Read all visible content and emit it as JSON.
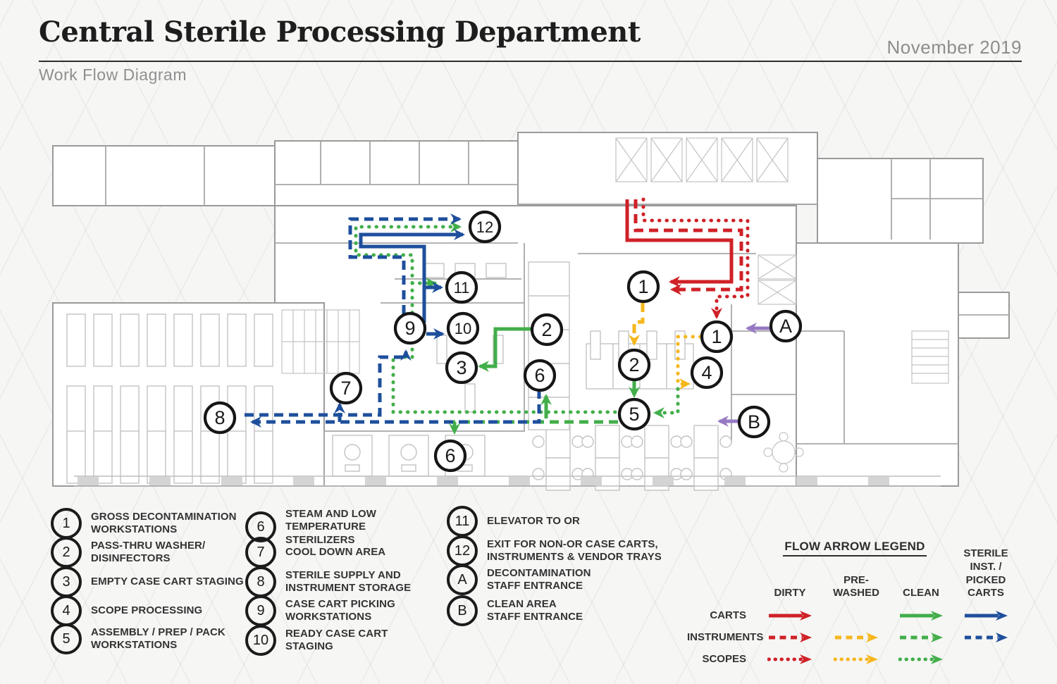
{
  "header": {
    "title": "Central Sterile Processing Department",
    "subtitle": "Work Flow Diagram",
    "date": "November 2019"
  },
  "colors": {
    "dirty": "#cf2127",
    "pre_washed": "#f6b71d",
    "clean": "#42ae4a",
    "sterile_picked": "#1e4f9c",
    "staff_entrance": "#9678c3"
  },
  "location_legend": {
    "items": [
      {
        "id": "1",
        "label": "GROSS DECONTAMINATION\nWORKSTATIONS"
      },
      {
        "id": "2",
        "label": "PASS-THRU WASHER/\nDISINFECTORS"
      },
      {
        "id": "3",
        "label": "EMPTY CASE CART STAGING"
      },
      {
        "id": "4",
        "label": "SCOPE PROCESSING"
      },
      {
        "id": "5",
        "label": "ASSEMBLY / PREP / PACK\nWORKSTATIONS"
      },
      {
        "id": "6",
        "label": "STEAM AND LOW\nTEMPERATURE STERILIZERS"
      },
      {
        "id": "7",
        "label": "COOL DOWN AREA"
      },
      {
        "id": "8",
        "label": "STERILE SUPPLY AND\nINSTRUMENT STORAGE"
      },
      {
        "id": "9",
        "label": "CASE CART PICKING\nWORKSTATIONS"
      },
      {
        "id": "10",
        "label": "READY CASE CART STAGING"
      },
      {
        "id": "11",
        "label": "ELEVATOR TO OR"
      },
      {
        "id": "12",
        "label": "EXIT FOR NON-OR CASE CARTS,\nINSTRUMENTS & VENDOR TRAYS"
      },
      {
        "id": "A",
        "label": "DECONTAMINATION\nSTAFF ENTRANCE"
      },
      {
        "id": "B",
        "label": "CLEAN AREA\nSTAFF ENTRANCE"
      }
    ]
  },
  "flow_legend": {
    "title": "FLOW ARROW LEGEND",
    "columns": [
      "DIRTY",
      "PRE-WASHED",
      "CLEAN",
      "STERILE INST. /\nPICKED CARTS"
    ],
    "rows": [
      "CARTS",
      "INSTRUMENTS",
      "SCOPES"
    ],
    "matrix": [
      [
        true,
        false,
        true,
        true
      ],
      [
        true,
        true,
        true,
        true
      ],
      [
        true,
        true,
        true,
        false
      ]
    ]
  },
  "diagram": {
    "markers": [
      {
        "label": "1"
      },
      {
        "label": "2"
      },
      {
        "label": "3"
      },
      {
        "label": "6"
      },
      {
        "label": "9"
      },
      {
        "label": "10"
      },
      {
        "label": "11"
      },
      {
        "label": "12"
      },
      {
        "label": "7"
      },
      {
        "label": "8"
      },
      {
        "label": "6"
      },
      {
        "label": "1"
      },
      {
        "label": "2"
      },
      {
        "label": "4"
      },
      {
        "label": "5"
      },
      {
        "label": "A"
      },
      {
        "label": "B"
      }
    ]
  }
}
